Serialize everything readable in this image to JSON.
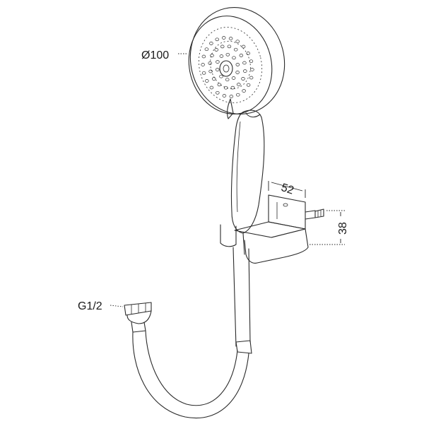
{
  "labels": {
    "head_diameter": "Ø100",
    "holder_width": "52",
    "holder_height": "38",
    "hose_thread": "G1/2"
  },
  "colors": {
    "line": "#2a2a2a",
    "background": "#ffffff"
  }
}
